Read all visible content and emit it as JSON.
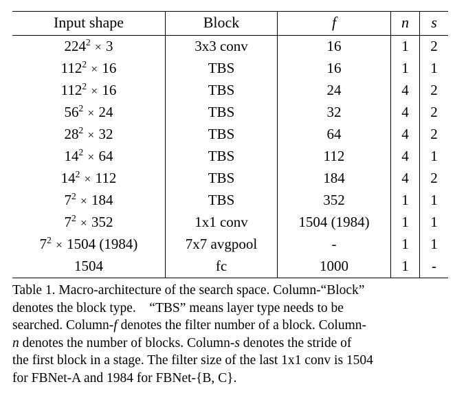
{
  "figure": {
    "table": {
      "columns": [
        {
          "key": "input_shape",
          "label": "Input shape"
        },
        {
          "key": "block",
          "label": "Block"
        },
        {
          "key": "f",
          "label": "f"
        },
        {
          "key": "n",
          "label": "n"
        },
        {
          "key": "s",
          "label": "s"
        }
      ],
      "rows": [
        {
          "input_base": "224",
          "input_exp": "2",
          "input_rest": "3",
          "block": "3x3 conv",
          "f": "16",
          "n": "1",
          "s": "2"
        },
        {
          "input_base": "112",
          "input_exp": "2",
          "input_rest": "16",
          "block": "TBS",
          "f": "16",
          "n": "1",
          "s": "1"
        },
        {
          "input_base": "112",
          "input_exp": "2",
          "input_rest": "16",
          "block": "TBS",
          "f": "24",
          "n": "4",
          "s": "2"
        },
        {
          "input_base": "56",
          "input_exp": "2",
          "input_rest": "24",
          "block": "TBS",
          "f": "32",
          "n": "4",
          "s": "2"
        },
        {
          "input_base": "28",
          "input_exp": "2",
          "input_rest": "32",
          "block": "TBS",
          "f": "64",
          "n": "4",
          "s": "2"
        },
        {
          "input_base": "14",
          "input_exp": "2",
          "input_rest": "64",
          "block": "TBS",
          "f": "112",
          "n": "4",
          "s": "1"
        },
        {
          "input_base": "14",
          "input_exp": "2",
          "input_rest": "112",
          "block": "TBS",
          "f": "184",
          "n": "4",
          "s": "2"
        },
        {
          "input_base": "7",
          "input_exp": "2",
          "input_rest": "184",
          "block": "TBS",
          "f": "352",
          "n": "1",
          "s": "1"
        },
        {
          "input_base": "7",
          "input_exp": "2",
          "input_rest": "352",
          "block": "1x1 conv",
          "f": "1504 (1984)",
          "n": "1",
          "s": "1"
        },
        {
          "input_base": "7",
          "input_exp": "2",
          "input_rest": "1504 (1984)",
          "block": "7x7 avgpool",
          "f": "-",
          "n": "1",
          "s": "1"
        },
        {
          "input_base": "1504",
          "input_exp": "",
          "input_rest": "",
          "block": "fc",
          "f": "1000",
          "n": "1",
          "s": "-"
        }
      ]
    },
    "caption": {
      "lines": [
        "Table 1. Macro-architecture of the search space. Column-“Block”",
        "denotes the block type. “TBS” means layer type needs to be",
        "searched. Column-f denotes the filter number of a block. Column-",
        "n denotes the number of blocks. Column-s denotes the stride of",
        "the first block in a stage. The filter size of the last 1x1 conv is 1504",
        "for FBNet-A and 1984 for FBNet-{B, C}."
      ],
      "full_text": "Table 1. Macro-architecture of the search space. Column-“Block” denotes the block type. “TBS” means layer type needs to be searched. Column-f denotes the filter number of a block. Column-n denotes the number of blocks. Column-s denotes the stride of the first block in a stage. The filter size of the last 1x1 conv is 1504 for FBNet-A and 1984 for FBNet-{B, C}."
    }
  },
  "colors": {
    "background": "#ffffff",
    "text": "#000000",
    "rule": "#000000"
  }
}
